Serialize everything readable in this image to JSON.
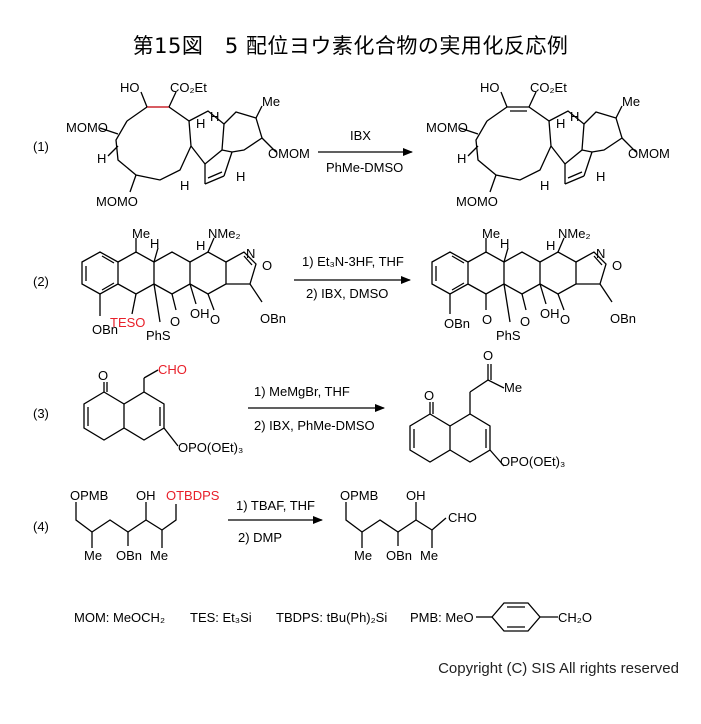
{
  "title": "第15図　5 配位ヨウ素化合物の実用化反応例",
  "copyright": "Copyright (C) SIS All rights reserved",
  "reactions": [
    {
      "label": "(1)",
      "reagent_top": "IBX",
      "reagent_bottom": "PhMe-DMSO",
      "start": {
        "ho": "HO",
        "ester": "CO₂Et",
        "me": "Me",
        "mom1": "MOMO",
        "mom2": "MOMO",
        "mom3": "OMOM",
        "h1": "H",
        "h2": "H",
        "h3": "H",
        "h4": "H",
        "h5": "H"
      },
      "product": {
        "ho": "HO",
        "ester": "CO₂Et",
        "me": "Me",
        "mom1": "MOMO",
        "mom2": "MOMO",
        "mom3": "OMOM",
        "h1": "H",
        "h2": "H",
        "h3": "H",
        "h4": "H",
        "h5": "H"
      }
    },
    {
      "label": "(2)",
      "reagent_top": "1) Et₃N-3HF, THF",
      "reagent_bottom": "2) IBX, DMSO",
      "start": {
        "me": "Me",
        "h": "H",
        "nme2": "NMe₂",
        "o_ring": "O",
        "n_ring": "N",
        "obn1": "OBn",
        "obn2": "OBn",
        "teso": "TESO",
        "phs": "PhS",
        "oh": "OH",
        "o1": "O",
        "o2": "O",
        "h2": "H"
      },
      "product": {
        "me": "Me",
        "h": "H",
        "nme2": "NMe₂",
        "o_ring": "O",
        "n_ring": "N",
        "obn1": "OBn",
        "obn2": "OBn",
        "o0": "O",
        "phs": "PhS",
        "oh": "OH",
        "o1": "O",
        "o2": "O",
        "h2": "H"
      }
    },
    {
      "label": "(3)",
      "reagent_top": "1) MeMgBr, THF",
      "reagent_bottom": "2) IBX, PhMe-DMSO",
      "start": {
        "o": "O",
        "cho": "CHO",
        "phos": "OPO(OEt)₃"
      },
      "product": {
        "o": "O",
        "o2": "O",
        "me": "Me",
        "phos": "OPO(OEt)₃"
      }
    },
    {
      "label": "(4)",
      "reagent_top": "1) TBAF, THF",
      "reagent_bottom": "2) DMP",
      "start": {
        "opmb": "OPMB",
        "oh": "OH",
        "otbdps": "OTBDPS",
        "me1": "Me",
        "obn": "OBn",
        "me2": "Me"
      },
      "product": {
        "opmb": "OPMB",
        "oh": "OH",
        "cho": "CHO",
        "me1": "Me",
        "obn": "OBn",
        "me2": "Me"
      }
    }
  ],
  "legend": {
    "mom": "MOM: MeOCH₂",
    "tes": "TES: Et₃Si",
    "tbdps": "TBDPS: tBu(Ph)₂Si",
    "pmb": "PMB: MeO",
    "pmb_tail": "CH₂O"
  }
}
